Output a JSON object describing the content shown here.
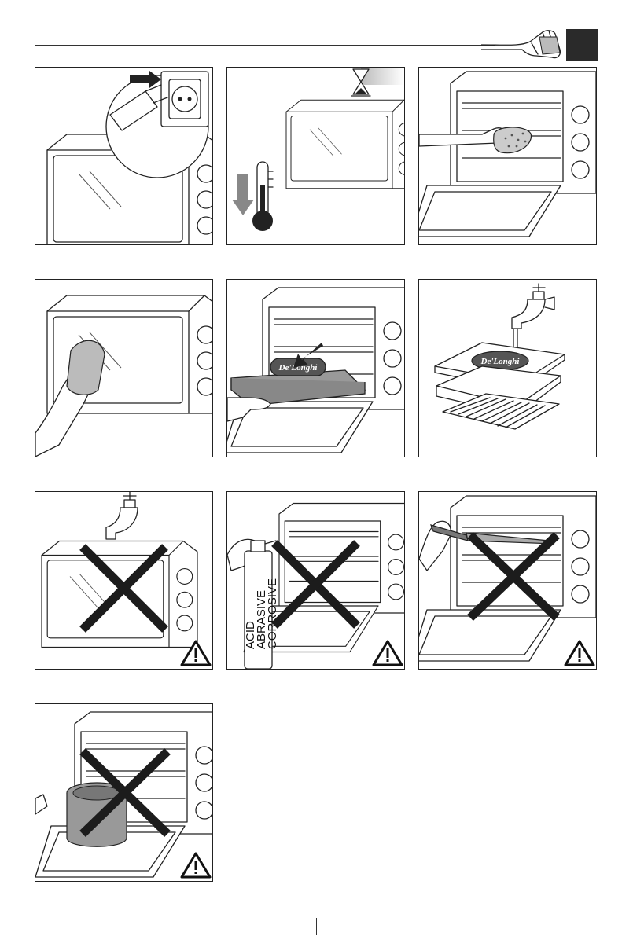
{
  "section_marker_color": "#2a2a2a",
  "panels": [
    {
      "id": "unplug",
      "icon": "plug-icon"
    },
    {
      "id": "cool-down",
      "icon": "hourglass-icon"
    },
    {
      "id": "wipe-interior",
      "icon": "sponge-icon"
    },
    {
      "id": "wipe-door",
      "icon": "cloth-icon"
    },
    {
      "id": "remove-tray",
      "icon": "tray-icon",
      "brand": "De'Longhi"
    },
    {
      "id": "wash-accessories",
      "icon": "tap-icon",
      "brand": "De'Longhi"
    },
    {
      "id": "no-water",
      "icon": "warning-icon"
    },
    {
      "id": "no-chemicals",
      "icon": "warning-icon",
      "can_label": [
        "ACID",
        "ABRASIVE",
        "CORROSIVE"
      ]
    },
    {
      "id": "no-sharp-tools",
      "icon": "warning-icon"
    },
    {
      "id": "no-containers",
      "icon": "warning-icon"
    }
  ]
}
